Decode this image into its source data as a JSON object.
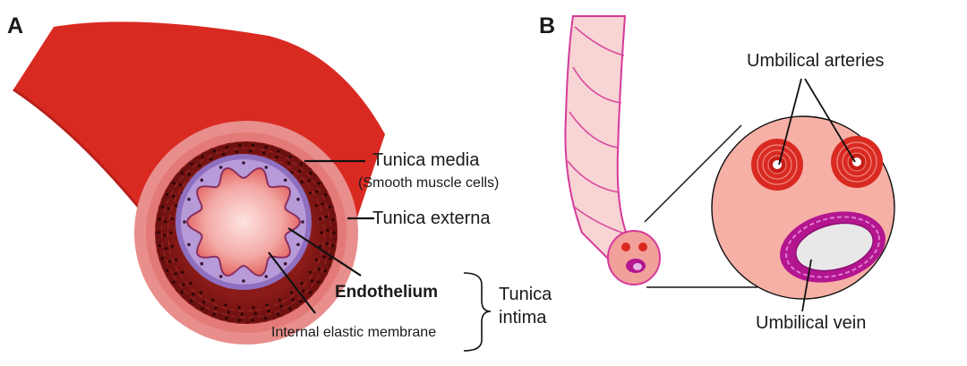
{
  "panel_a": {
    "letter": "A",
    "labels": {
      "tunica_media": "Tunica media",
      "smooth_muscle": "(Smooth muscle cells)",
      "tunica_externa": "Tunica externa",
      "endothelium": "Endothelium",
      "internal_elastic": "Internal elastic membrane",
      "tunica_intima_1": "Tunica",
      "tunica_intima_2": "intima"
    }
  },
  "panel_b": {
    "letter": "B",
    "labels": {
      "umbilical_arteries": "Umbilical arteries",
      "umbilical_vein": "Umbilical vein"
    }
  },
  "colors": {
    "vessel_red": "#d92a22",
    "externa_pink": "#e88e8c",
    "media_dark": "#7a1414",
    "intima_purple": "#8f6fc0",
    "lumen_pink": "#f0a8a4",
    "cord_pink": "#f8d4d4",
    "cord_outline": "#d63a9a",
    "vein_magenta": "#b3168f"
  }
}
